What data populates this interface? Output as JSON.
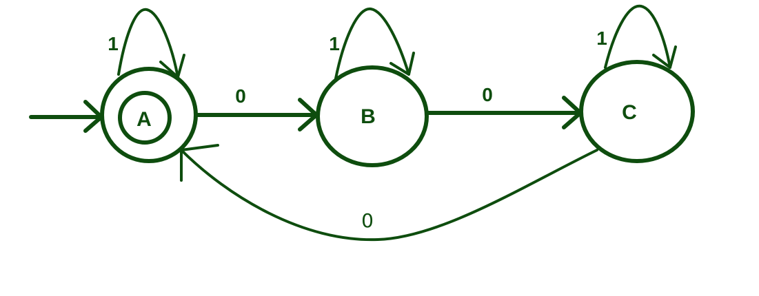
{
  "colors": {
    "stroke": "#0e4d0e",
    "background": "#ffffff"
  },
  "states": {
    "a": {
      "label": "A"
    },
    "b": {
      "label": "B"
    },
    "c": {
      "label": "C"
    }
  },
  "transitions": {
    "a_self": "1",
    "b_self": "1",
    "c_self": "1",
    "a_to_b": "0",
    "b_to_c": "0",
    "c_to_a": "0"
  }
}
